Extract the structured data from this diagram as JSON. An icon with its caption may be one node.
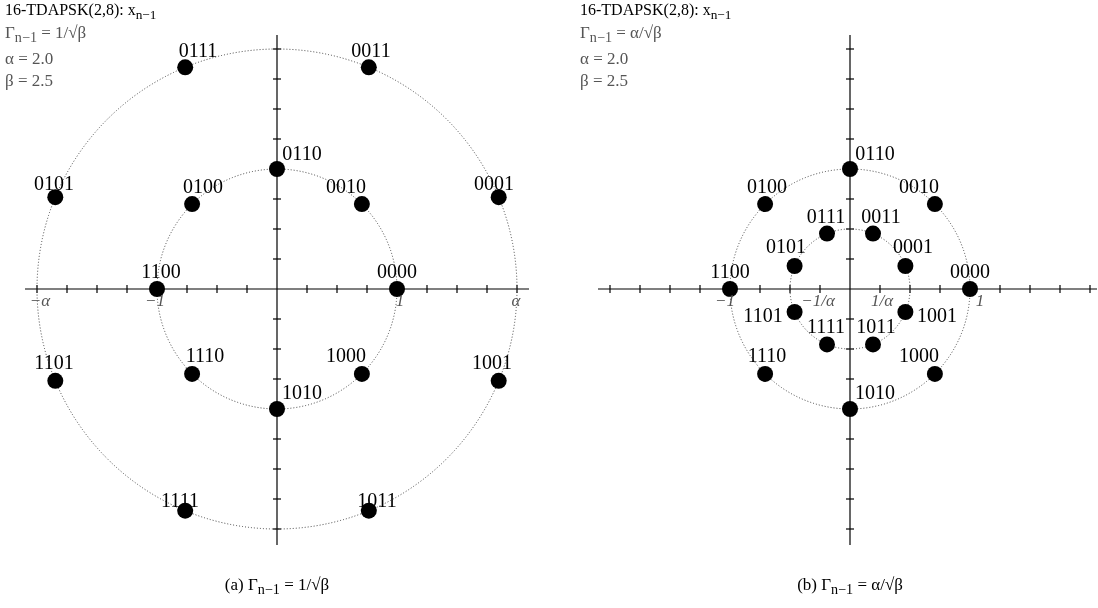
{
  "diagram": {
    "labels": [
      "16-TDAPSK(2,8): x$_{n−1}$",
      "Γ$_{n−1}$ = 1/√β",
      "α = 2.0",
      "β = 2.5",
      "0111",
      "0011",
      "0110",
      "0101",
      "0100",
      "0010",
      "0001",
      "1100",
      "0000",
      "−α",
      "−1",
      "1",
      "α",
      "1101",
      "1110",
      "1000",
      "1001",
      "1010",
      "1111",
      "1011",
      "(a) Γ$_{n−1}$ = 1/√β",
      "16-TDAPSK(2,8): x$_{n−1}$",
      "Γ$_{n−1}$ = α/√β",
      "α = 2.0",
      "β = 2.5",
      "0110",
      "0100",
      "0010",
      "0111",
      "0011",
      "0101",
      "0001",
      "1100",
      "0000",
      "−1",
      "−1/α",
      "1/α",
      "1",
      "1101",
      "1001",
      "1111",
      "1011",
      "1110",
      "1000",
      "1010",
      "(b) Γ$_{n−1}$ = α/√β"
    ]
  }
}
